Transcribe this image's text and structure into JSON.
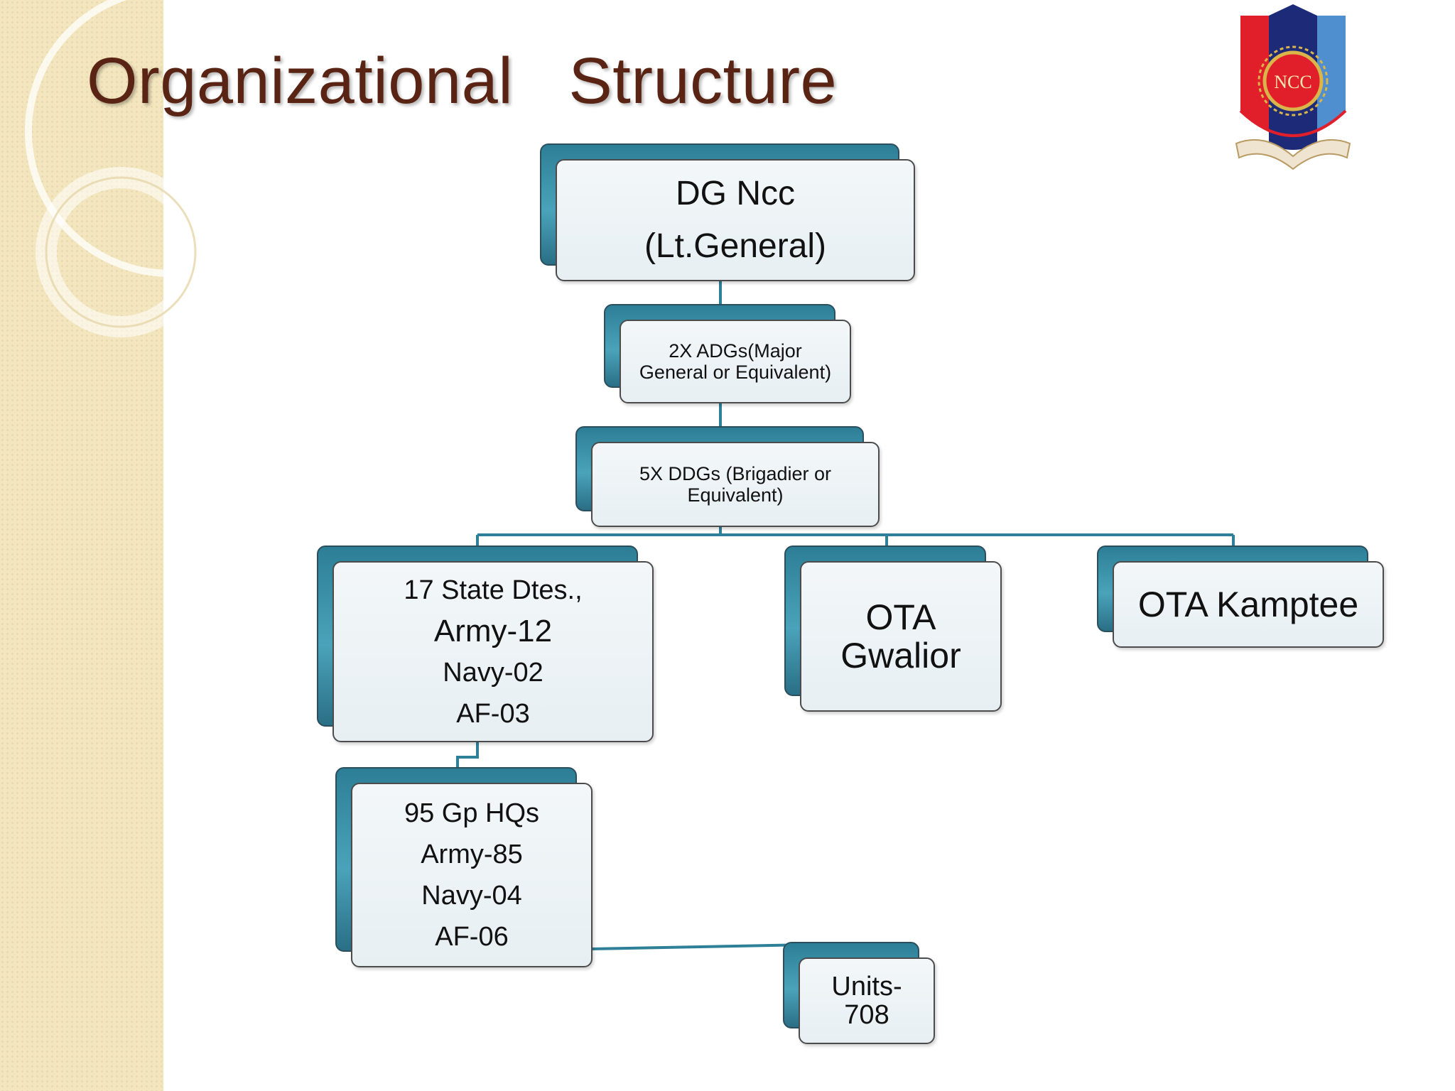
{
  "title": "Organizational   Structure",
  "logo": {
    "text": "NCC",
    "colors": {
      "left": "#e11f2b",
      "center": "#1c2a77",
      "right": "#4f8fd0",
      "ring": "#d9b54a",
      "scroll": "#efe4cf"
    }
  },
  "theme": {
    "accent": "#2e7f98",
    "title_color": "#5a2414",
    "side_band": "#f3e6bf"
  },
  "chart": {
    "nodes": {
      "dg": {
        "lines": [
          "DG Ncc",
          "(Lt.General)"
        ]
      },
      "adg": {
        "lines": [
          "2X ADGs(Major",
          "General or Equivalent)"
        ]
      },
      "ddg": {
        "lines": [
          "5X DDGs (Brigadier or",
          "Equivalent)"
        ]
      },
      "state": {
        "lines": [
          "17 State Dtes.,",
          "Army-12",
          "Navy-02",
          "AF-03"
        ]
      },
      "gwalior": {
        "lines": [
          "OTA",
          "Gwalior"
        ]
      },
      "kamptee": {
        "lines": [
          "OTA Kamptee"
        ]
      },
      "gp": {
        "lines": [
          "95 Gp HQs",
          "Army-85",
          "Navy-04",
          "AF-06"
        ]
      },
      "units": {
        "lines": [
          "Units-",
          "708"
        ]
      }
    }
  }
}
